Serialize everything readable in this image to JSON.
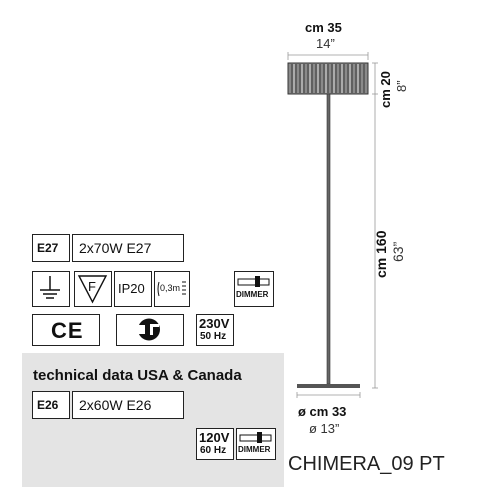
{
  "dimensions": {
    "shade_width_cm": "cm 35",
    "shade_width_in": "14”",
    "shade_height_cm": "cm 20",
    "shade_height_in": "8”",
    "total_height_cm": "cm 160",
    "total_height_in": "63”",
    "base_diameter_cm": "ø cm 33",
    "base_diameter_in": "ø 13”"
  },
  "specs_eu": {
    "socket_code": "E27",
    "bulb_spec": "2x70W E27",
    "ip_rating": "IP20",
    "distance_label": "0,3m",
    "dimmer_label": "DIMMER",
    "ce_mark": "CE",
    "voltage": "230V",
    "frequency": "50 Hz"
  },
  "specs_usa": {
    "heading": "technical data USA & Canada",
    "socket_code": "E26",
    "bulb_spec": "2x60W E26",
    "voltage": "120V",
    "frequency": "60 Hz",
    "dimmer_label": "DIMMER"
  },
  "product_name": "CHIMERA_09 PT"
}
